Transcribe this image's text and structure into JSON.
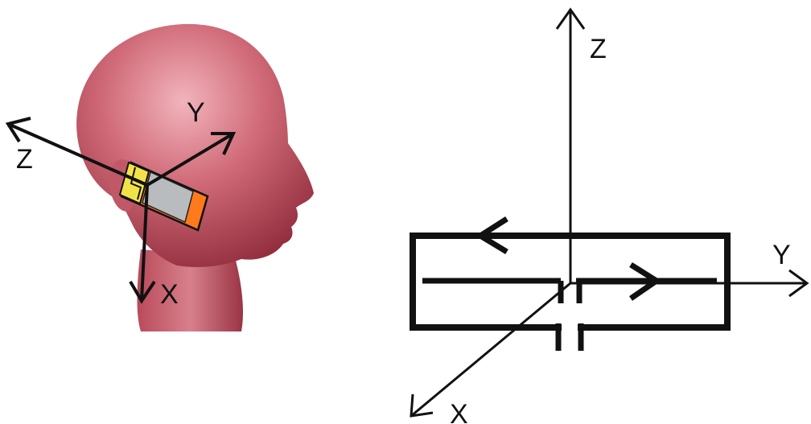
{
  "head_figure": {
    "axes": {
      "x_label": "X",
      "y_label": "Y",
      "z_label": "Z"
    },
    "colors": {
      "head_skin": "#c85a68",
      "head_highlight": "#e89aa4",
      "head_shadow": "#8e2a3a",
      "phone_body": "#ff7a1a",
      "phone_screen": "#b8bcbf",
      "phone_battery": "#f2e24a",
      "axis_stroke": "#111111"
    }
  },
  "antenna_figure": {
    "axes": {
      "x_label": "X",
      "y_label": "Y",
      "z_label": "Z"
    },
    "colors": {
      "stroke": "#111111",
      "background": "#ffffff"
    }
  }
}
